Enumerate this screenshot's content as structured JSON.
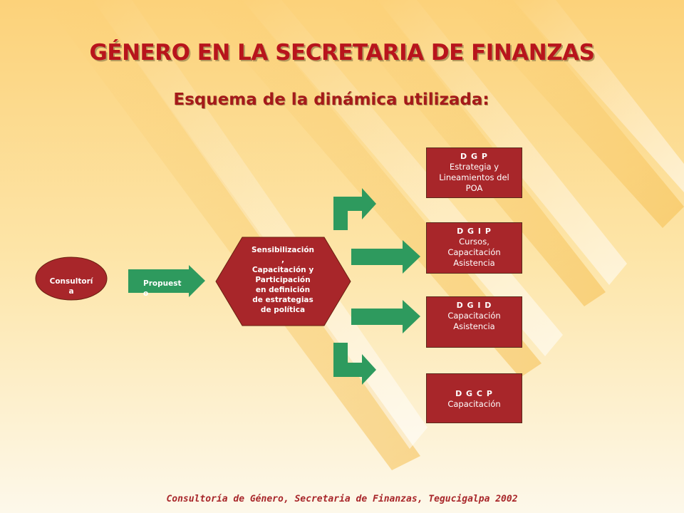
{
  "title": "GÉNERO EN LA SECRETARIA DE FINANZAS",
  "subtitle": "Esquema  de la dinámica utilizada:",
  "nodes": {
    "consultoria": "Consultorí\na",
    "propuesta": "Propuest\no",
    "sensibilizacion": "Sensibilización\n,\nCapacitación y\nParticipación\nen definición\nde estrategias\nde política"
  },
  "boxes": [
    {
      "code": "D G P",
      "desc": "Estrategia y\nLineamientos del\nPOA"
    },
    {
      "code": "D G I P",
      "desc": "Cursos,\nCapacitación\nAsistencia"
    },
    {
      "code": "D G I D",
      "desc": "Capacitación\nAsistencia"
    },
    {
      "code": "D G C P",
      "desc": "Capacitación"
    }
  ],
  "footer": "Consultoría de Género, Secretaria de Finanzas, Tegucigalpa 2002",
  "colors": {
    "box_fill": "#a8262a",
    "arrow_fill": "#2e9a5e",
    "title_color": "#b8141c",
    "background_top": "#fdf7e2",
    "background_bottom": "#fcd27a"
  }
}
